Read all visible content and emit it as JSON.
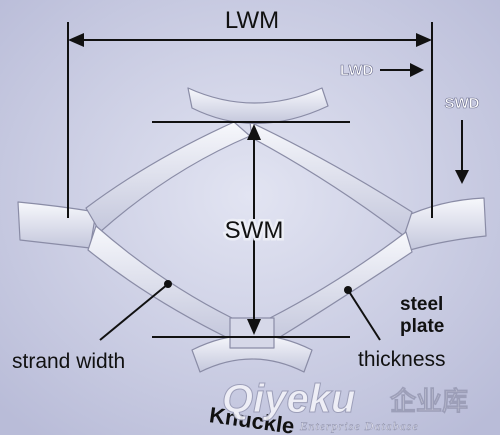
{
  "diagram": {
    "labels": {
      "lwm": "LWM",
      "lwd": "LWD",
      "swd": "SWD",
      "swm": "SWM",
      "strand_width": "strand width",
      "steel_plate_line1": "steel",
      "steel_plate_line2": "plate",
      "thickness": "thickness",
      "knuckle": "Knuckle"
    }
  },
  "watermark": {
    "brand": "Qiyeku",
    "brand_cn": "企业库",
    "tagline": "Enterprise Database"
  },
  "colors": {
    "background": "#c9cbe2",
    "metal": "#eceef6",
    "line": "#111111",
    "watermark": "#e8e8f0"
  }
}
